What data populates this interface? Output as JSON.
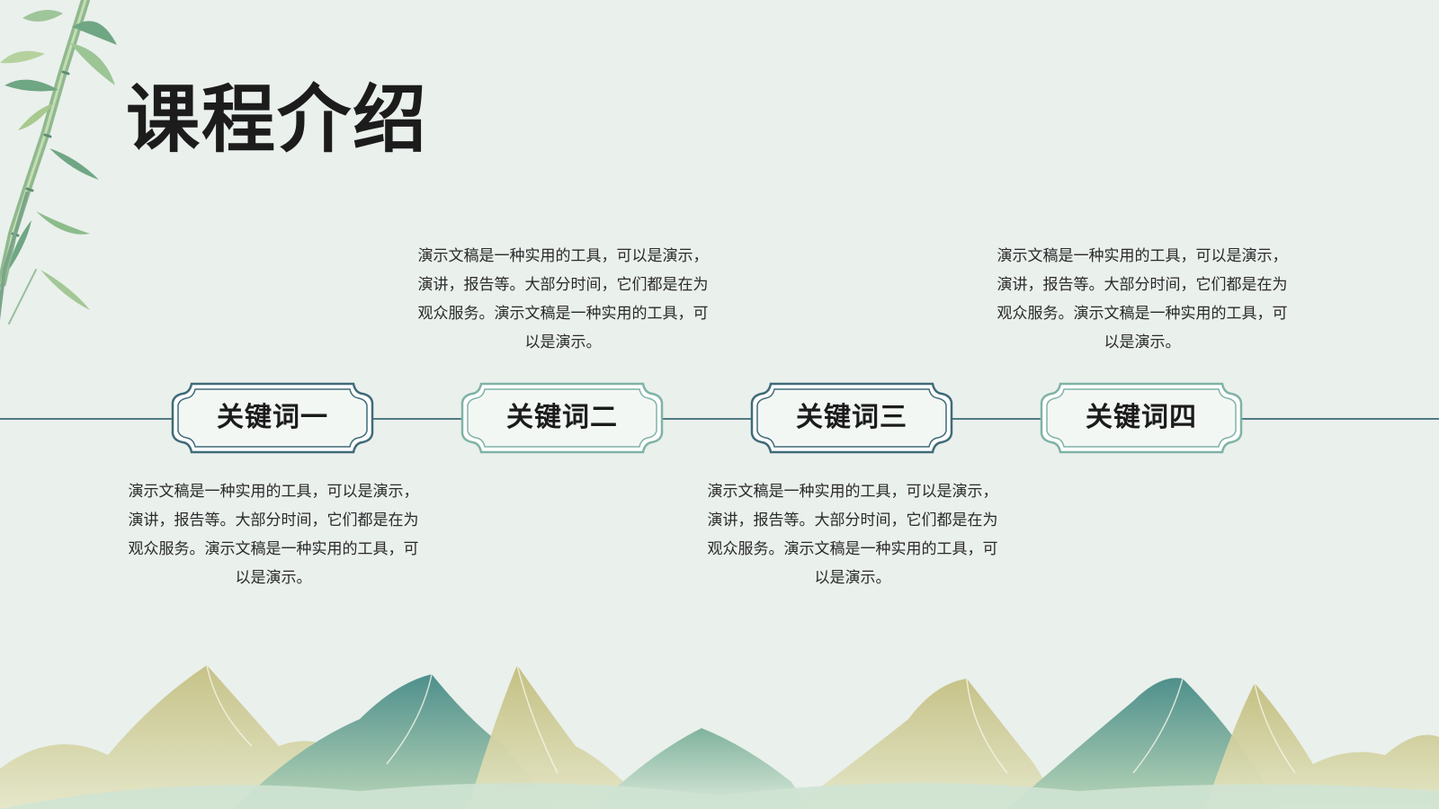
{
  "slide": {
    "title": "课程介绍",
    "keywords": [
      {
        "label": "关键词一"
      },
      {
        "label": "关键词二"
      },
      {
        "label": "关键词三"
      },
      {
        "label": "关键词四"
      }
    ],
    "descriptions": [
      "演示文稿是一种实用的工具，可以是演示，演讲，报告等。大部分时间，它们都是在为观众服务。演示文稿是一种实用的工具，可以是演示。",
      "演示文稿是一种实用的工具，可以是演示，演讲，报告等。大部分时间，它们都是在为观众服务。演示文稿是一种实用的工具，可以是演示。",
      "演示文稿是一种实用的工具，可以是演示，演讲，报告等。大部分时间，它们都是在为观众服务。演示文稿是一种实用的工具，可以是演示。",
      "演示文稿是一种实用的工具，可以是演示，演讲，报告等。大部分时间，它们都是在为观众服务。演示文稿是一种实用的工具，可以是演示。"
    ]
  },
  "colors": {
    "background": "#eaf0ec",
    "line": "#4f7a82",
    "frame_dark": "#3f6b78",
    "frame_light": "#7fb3a6",
    "title": "#1c1c1c"
  },
  "icons": [
    "bamboo-icon",
    "mountains-icon",
    "keyword-frame-icon"
  ]
}
